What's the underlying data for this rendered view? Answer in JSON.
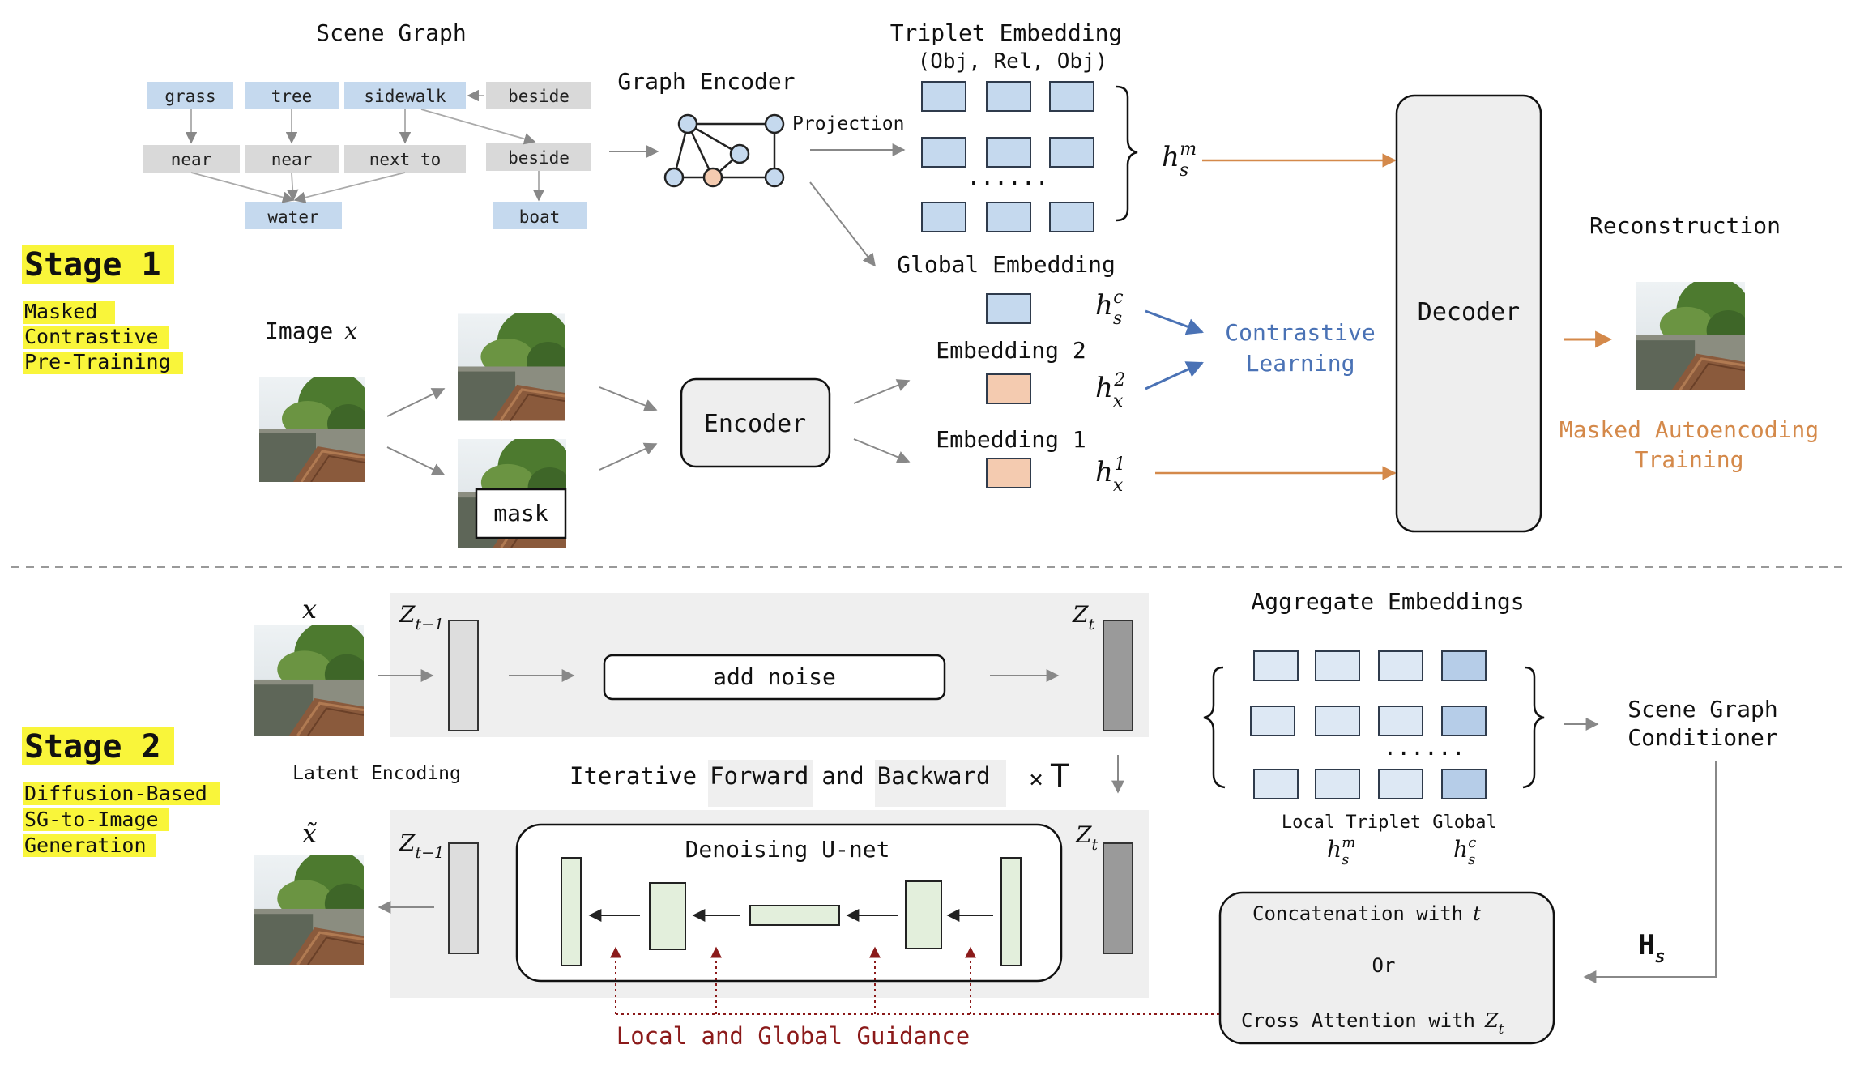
{
  "stage1": {
    "title": "Stage 1",
    "subtitle_lines": [
      "Masked",
      "Contrastive",
      "Pre-Training"
    ]
  },
  "stage2": {
    "title": "Stage 2",
    "subtitle_lines": [
      "Diffusion-Based",
      "SG-to-Image",
      "Generation"
    ]
  },
  "scene_graph": {
    "title": "Scene Graph",
    "objects_top": [
      "grass",
      "tree",
      "sidewalk",
      "beside"
    ],
    "relations": [
      "near",
      "near",
      "next to",
      "beside"
    ],
    "objects_bottom": [
      "water",
      "boat"
    ]
  },
  "graph_encoder": {
    "title": "Graph Encoder",
    "projection": "Projection"
  },
  "triplet": {
    "title": "Triplet Embedding",
    "subtitle": "(Obj, Rel, Obj)",
    "dots": "......",
    "symbol": "h",
    "sub": "s",
    "sup": "m"
  },
  "global_embedding": {
    "title": "Global Embedding",
    "symbol": "h",
    "sub": "s",
    "sup": "c"
  },
  "image": {
    "label": "Image",
    "var": "x",
    "mask": "mask"
  },
  "encoder": {
    "label": "Encoder"
  },
  "embedding2": {
    "title": "Embedding 2",
    "symbol": "h",
    "sub": "x",
    "sup": "2"
  },
  "embedding1": {
    "title": "Embedding 1",
    "symbol": "h",
    "sub": "x",
    "sup": "1"
  },
  "contrastive": {
    "line1": "Contrastive",
    "line2": "Learning"
  },
  "decoder": {
    "label": "Decoder"
  },
  "reconstruction": {
    "title": "Reconstruction"
  },
  "mae": {
    "line1": "Masked Autoencoding",
    "line2": "Training"
  },
  "diffusion": {
    "x_label": "x",
    "x_tilde_label": "x̃",
    "z_prev": "Z",
    "z_prev_sub": "t−1",
    "z_t": "Z",
    "z_t_sub": "t",
    "add_noise": "add noise",
    "latent_encoding": "Latent Encoding",
    "iterative": [
      "Iterative",
      "Forward",
      "and",
      "Backward"
    ],
    "times": "×",
    "T": "T",
    "unet": "Denoising U-net",
    "guidance": "Local and Global Guidance"
  },
  "aggregate": {
    "title": "Aggregate Embeddings",
    "dots": "......",
    "local_label": "Local Triplet",
    "global_label": "Global",
    "local_sym": {
      "symbol": "h",
      "sub": "s",
      "sup": "m"
    },
    "global_sym": {
      "symbol": "h",
      "sub": "s",
      "sup": "c"
    }
  },
  "conditioner": {
    "line1": "Scene Graph",
    "line2": "Conditioner",
    "H": "H",
    "H_sub": "s"
  },
  "concat": {
    "line1": "Concatenation with",
    "line1_var": "t",
    "or": "Or",
    "line3": "Cross Attention with",
    "line3_var": "Z",
    "line3_sub": "t"
  },
  "colors": {
    "blue_fill": "#c5d9ee",
    "blue_stroke": "#2f3b4c",
    "peach_fill": "#f4cbb0",
    "green_fill": "#e3efdc",
    "gray_tag": "#d9d9d9",
    "orange": "#d4894a",
    "contrastive_blue": "#4a72b5",
    "guidance_red": "#8b1a1a",
    "highlight": "#f9f53a"
  }
}
